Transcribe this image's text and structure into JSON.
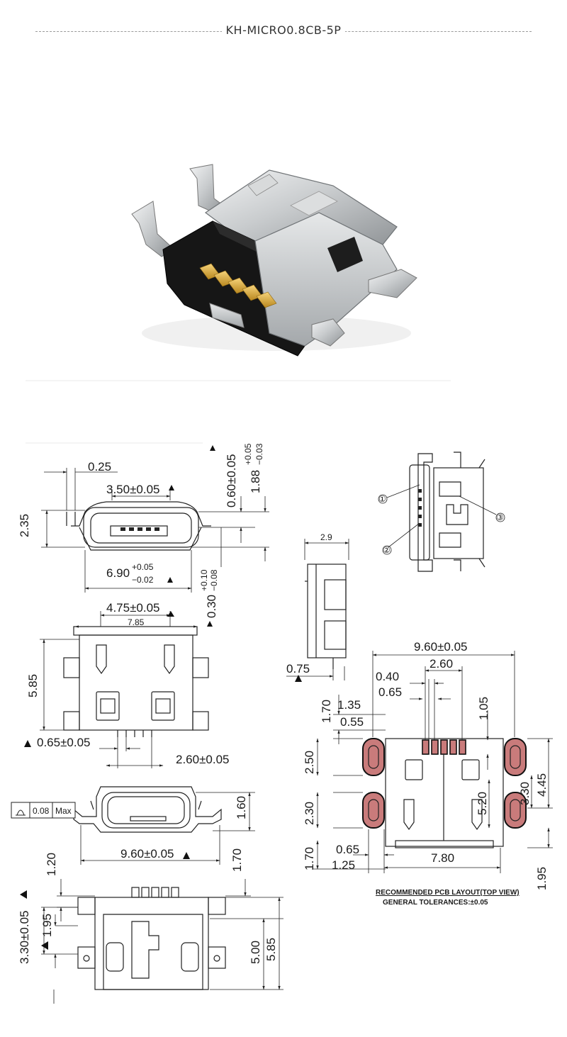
{
  "title": "KH-MICRO0.8CB-5P",
  "callouts": [
    "①",
    "②",
    "③"
  ],
  "side_view": {
    "d_025": "0.25",
    "d_350": "3.50±0.05",
    "d_235": "2.35",
    "d_690": "6.90",
    "d_690_tol_plus": "+0.05",
    "d_690_tol_minus": "−0.02",
    "d_060": "0.60±0.05",
    "d_188": "1.88",
    "d_188_tol_plus": "+0.05",
    "d_188_tol_minus": "−0.03",
    "d_030": "0.30",
    "d_030_tol_plus": "+0.10",
    "d_030_tol_minus": "−0.08"
  },
  "top_view": {
    "d_475": "4.75±0.05",
    "d_785": "7.85",
    "d_585": "5.85",
    "d_065": "0.65±0.05",
    "d_260": "2.60±0.05"
  },
  "end_view": {
    "d_29": "2.9",
    "d_075": "0.75"
  },
  "front_view": {
    "flatness_value": "0.08",
    "flatness_max": "Max",
    "d_160": "1.60",
    "d_960": "9.60±0.05"
  },
  "bottom_view": {
    "d_120": "1.20",
    "d_170": "1.70",
    "d_330": "3.30±0.05",
    "d_195": "1.95",
    "d_500": "5.00",
    "d_585": "5.85"
  },
  "pcb_layout": {
    "d_960": "9.60±0.05",
    "d_260": "2.60",
    "d_040": "0.40",
    "d_065": "0.65",
    "d_105": "1.05",
    "d_170a": "1.70",
    "d_135": "1.35",
    "d_055": "0.55",
    "d_250": "2.50",
    "d_445": "4.45",
    "d_330": "3.30",
    "d_520": "5.20",
    "d_230": "2.30",
    "d_170b": "1.70",
    "d_065b": "0.65",
    "d_125": "1.25",
    "d_780": "7.80",
    "d_195": "1.95",
    "note1": "RECOMMENDED  PCB  LAYOUT(TOP  VIEW)",
    "note2": "GENERAL  TOLERANCES:±0.05"
  }
}
